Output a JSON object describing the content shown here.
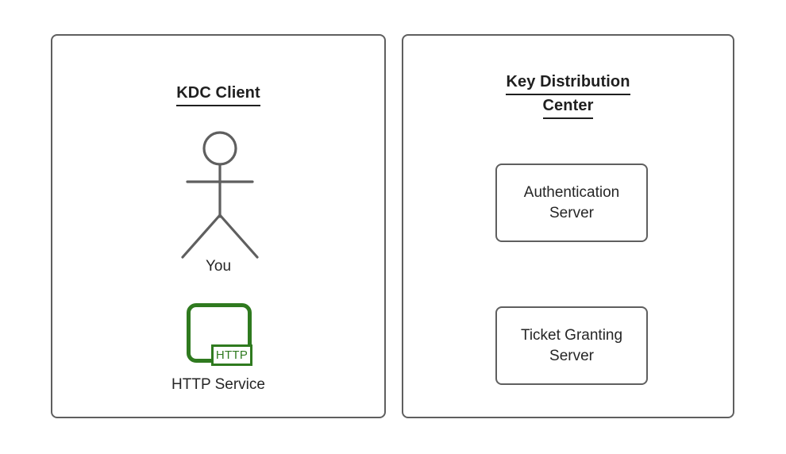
{
  "diagram": {
    "type": "kerberos-architecture-diagram",
    "background_color": "#ffffff",
    "panels": [
      {
        "id": "kdc-client",
        "title": "KDC Client",
        "title_style": "bold-underlined",
        "border_color": "#5f5f5f",
        "nodes": [
          {
            "id": "you-actor",
            "label": "You",
            "icon": "stick-figure-actor-icon",
            "color": "#5f5f5f"
          },
          {
            "id": "http-service",
            "label": "HTTP Service",
            "icon": "http-service-icon",
            "badge_text": "HTTP",
            "color": "#2f7a1f"
          }
        ]
      },
      {
        "id": "key-distribution-center",
        "title_line_1": "Key Distribution",
        "title_line_2": "Center",
        "title_style": "bold-underlined",
        "border_color": "#5f5f5f",
        "nodes": [
          {
            "id": "authentication-server",
            "label_line_1": "Authentication",
            "label_line_2": "Server",
            "border_color": "#5f5f5f"
          },
          {
            "id": "ticket-granting-server",
            "label_line_1": "Ticket Granting",
            "label_line_2": "Server",
            "border_color": "#5f5f5f"
          }
        ]
      }
    ]
  }
}
